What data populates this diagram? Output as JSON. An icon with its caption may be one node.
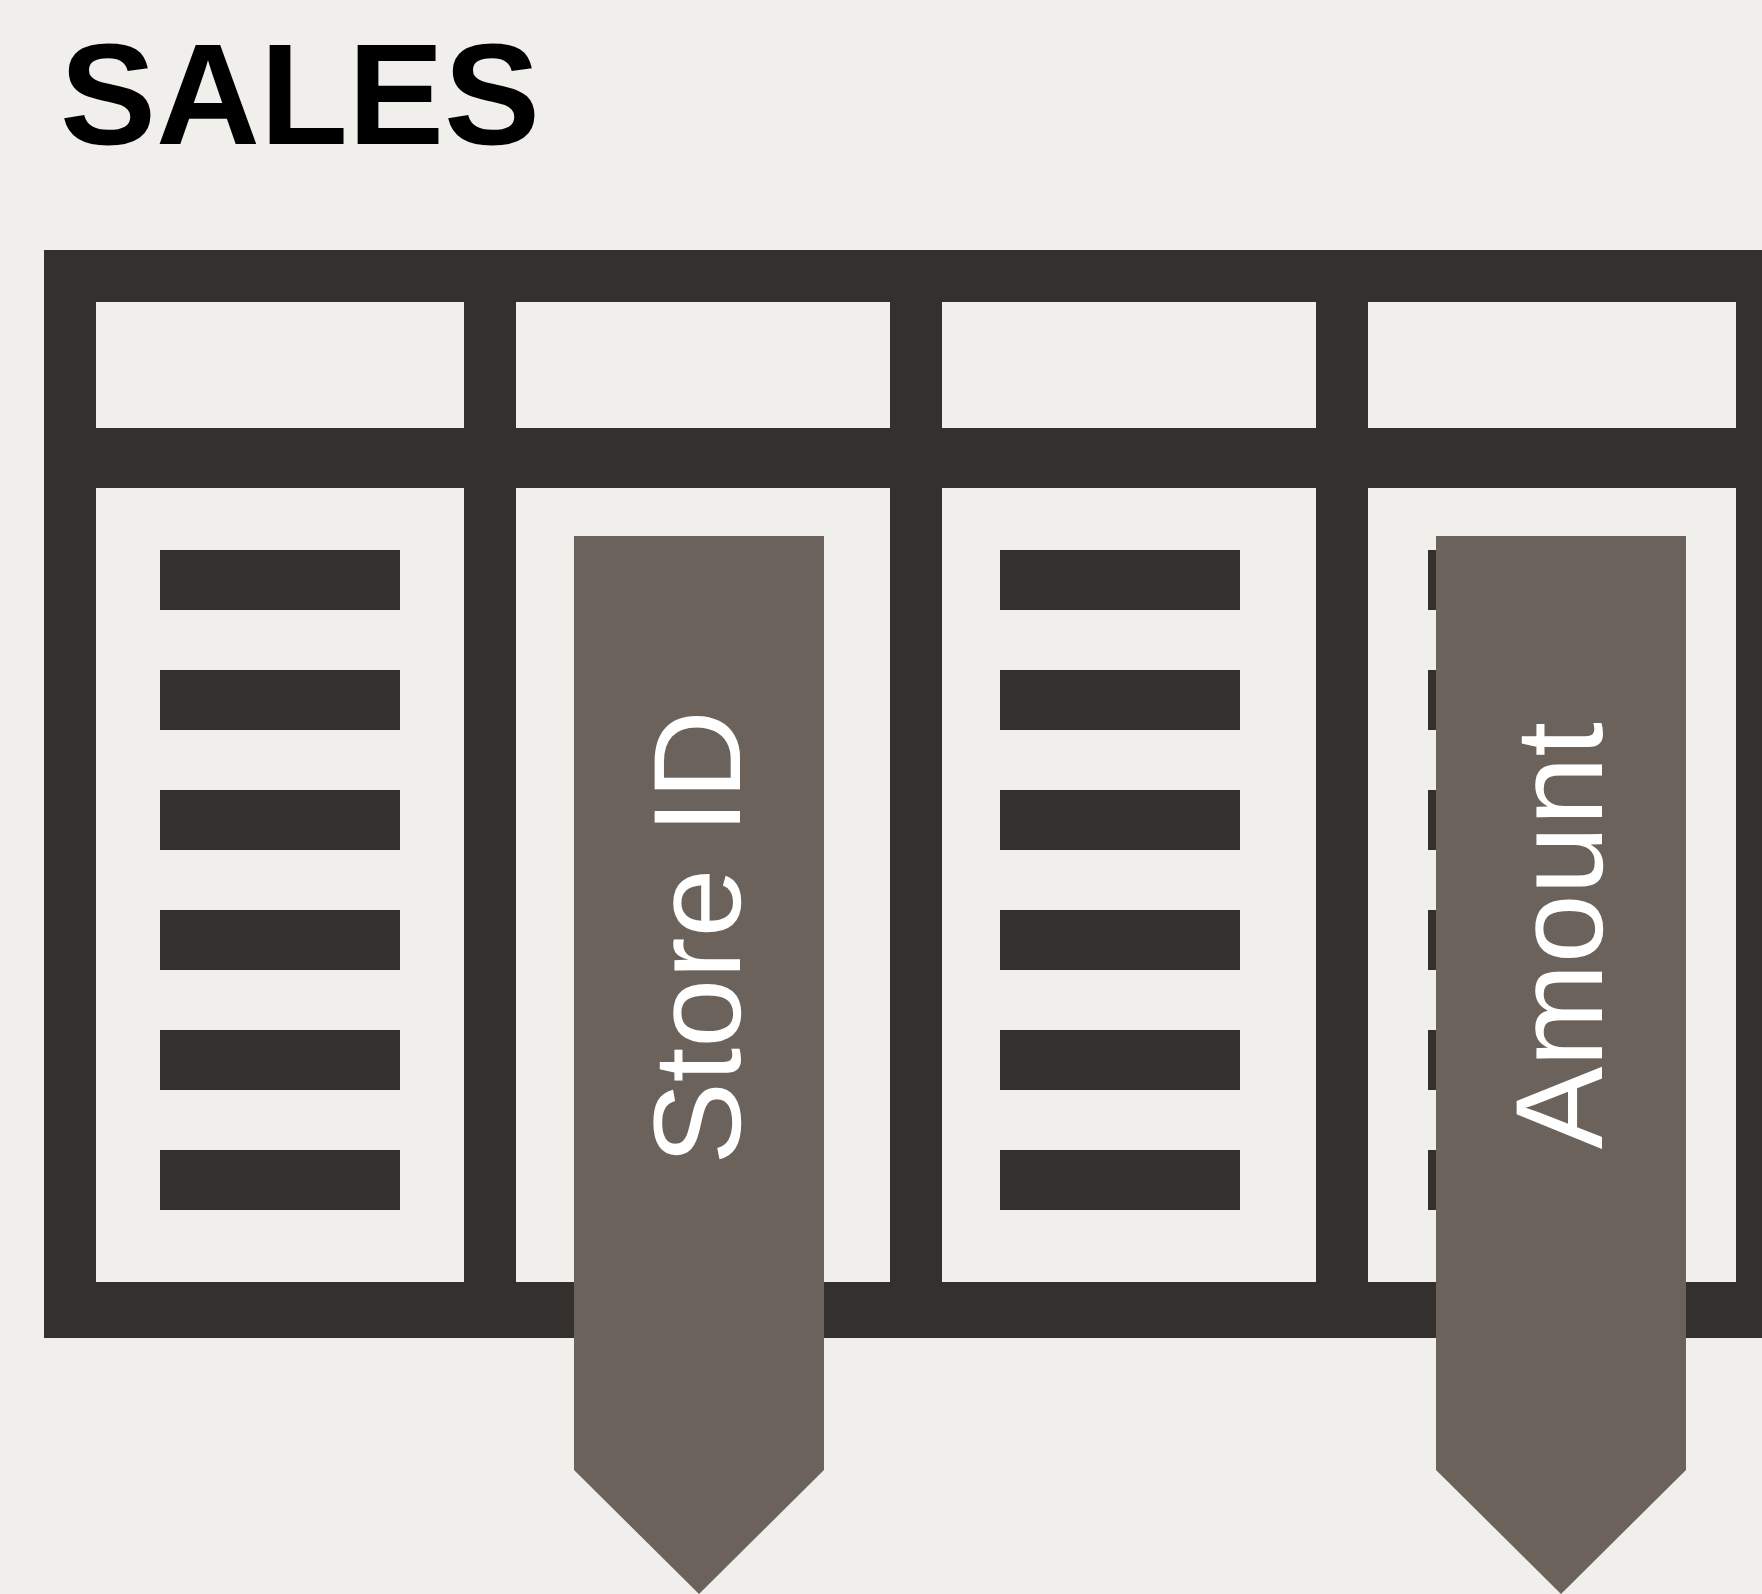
{
  "diagram": {
    "title": "SALES",
    "nodes": [
      {
        "text": [
          "Store ID"
        ]
      },
      {
        "text": [
          "Amount"
        ]
      }
    ]
  }
}
